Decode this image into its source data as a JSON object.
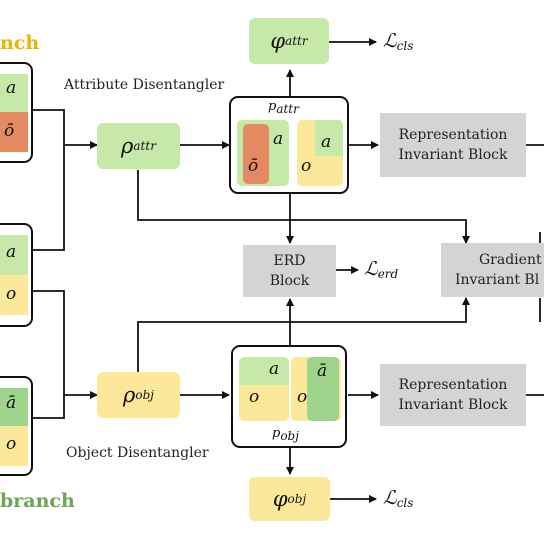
{
  "branches": {
    "top_label": "nch",
    "bottom_label": "branch"
  },
  "captions": {
    "attribute": "Attribute Disentangler",
    "object": "Object Disentangler"
  },
  "modules": {
    "rho_attr": {
      "base": "ρ",
      "sub": "attr"
    },
    "rho_obj": {
      "base": "ρ",
      "sub": "obj"
    },
    "phi_attr": {
      "base": "φ",
      "sub": "attr"
    },
    "phi_obj": {
      "base": "φ",
      "sub": "obj"
    }
  },
  "prototypes": {
    "attr": {
      "base": "p",
      "sub": "attr"
    },
    "obj": {
      "base": "p",
      "sub": "obj"
    }
  },
  "blocks": {
    "rep_top": [
      "Representation",
      "Invariant Block"
    ],
    "rep_bottom": [
      "Representation",
      "Invariant Block"
    ],
    "erd": [
      "ERD",
      "Block"
    ],
    "gradient": [
      "Gradient",
      "Invariant Bl"
    ]
  },
  "losses": {
    "cls_top": {
      "base": "ℒ",
      "sub": "cls"
    },
    "erd": {
      "base": "ℒ",
      "sub": "erd"
    },
    "cls_bottom": {
      "base": "ℒ",
      "sub": "cls"
    }
  },
  "symbols": {
    "a": "a",
    "o": "o",
    "a_bar": "ā",
    "o_bar": "ō"
  },
  "colors": {
    "green": "#c6e8a9",
    "yellow": "#fbe89a",
    "orange_red": "#e38a62",
    "gray": "#d4d4d4",
    "top_branch_text": "#e6b800",
    "bottom_branch_text": "#6aa84f"
  }
}
